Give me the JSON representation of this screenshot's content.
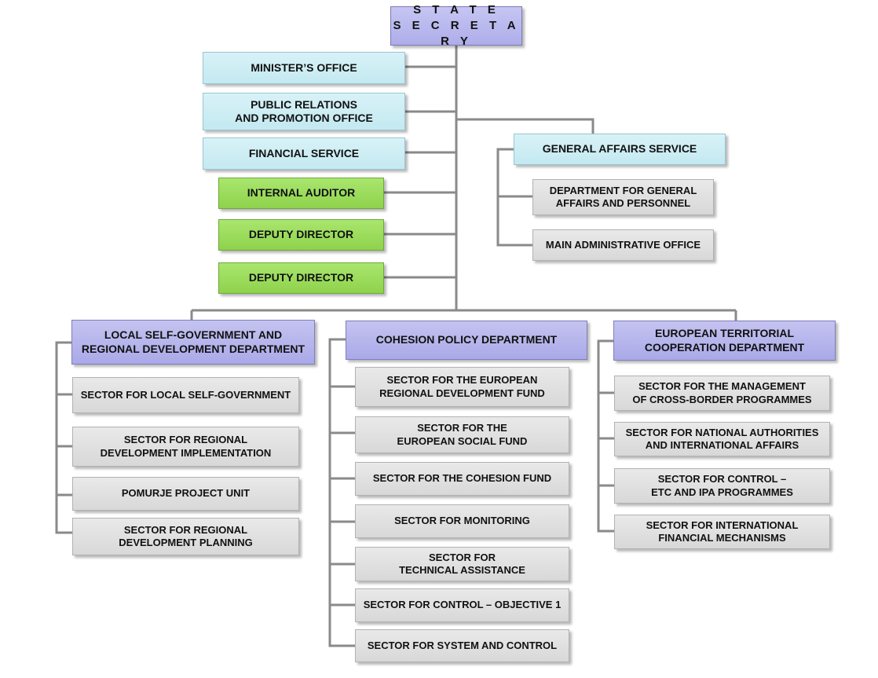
{
  "chart": {
    "top": "S T A T E\nS E C R E T A R Y",
    "left_offices": [
      "MINISTER’S OFFICE",
      "PUBLIC RELATIONS\nAND PROMOTION OFFICE",
      "FINANCIAL SERVICE"
    ],
    "green_units": [
      "INTERNAL AUDITOR",
      "DEPUTY DIRECTOR",
      "DEPUTY DIRECTOR"
    ],
    "general_affairs": {
      "title": "GENERAL AFFAIRS SERVICE",
      "units": [
        "DEPARTMENT FOR GENERAL\nAFFAIRS AND PERSONNEL",
        "MAIN ADMINISTRATIVE OFFICE"
      ]
    },
    "departments": [
      {
        "title": "LOCAL SELF-GOVERNMENT AND\nREGIONAL DEVELOPMENT DEPARTMENT",
        "sectors": [
          "SECTOR FOR LOCAL SELF-GOVERNMENT",
          "SECTOR FOR REGIONAL\nDEVELOPMENT IMPLEMENTATION",
          "POMURJE PROJECT UNIT",
          "SECTOR FOR REGIONAL\nDEVELOPMENT PLANNING"
        ]
      },
      {
        "title": "COHESION POLICY DEPARTMENT",
        "sectors": [
          "SECTOR FOR THE EUROPEAN\nREGIONAL DEVELOPMENT FUND",
          "SECTOR FOR THE\nEUROPEAN SOCIAL FUND",
          "SECTOR FOR THE COHESION FUND",
          "SECTOR FOR MONITORING",
          "SECTOR FOR\nTECHNICAL ASSISTANCE",
          "SECTOR FOR CONTROL – OBJECTIVE 1",
          "SECTOR FOR SYSTEM AND CONTROL"
        ]
      },
      {
        "title": "EUROPEAN TERRITORIAL\nCOOPERATION DEPARTMENT",
        "sectors": [
          "SECTOR FOR THE MANAGEMENT\nOF CROSS-BORDER PROGRAMMES",
          "SECTOR FOR NATIONAL AUTHORITIES\nAND INTERNATIONAL AFFAIRS",
          "SECTOR FOR CONTROL –\nETC AND IPA PROGRAMMES",
          "SECTOR FOR INTERNATIONAL\nFINANCIAL MECHANISMS"
        ]
      }
    ],
    "colors": {
      "lavender": "#b6b5ec",
      "light_cyan": "#cdedf4",
      "green": "#9bdc5c",
      "grey": "#dcdcdc",
      "connector": "#8a8a8a"
    }
  }
}
